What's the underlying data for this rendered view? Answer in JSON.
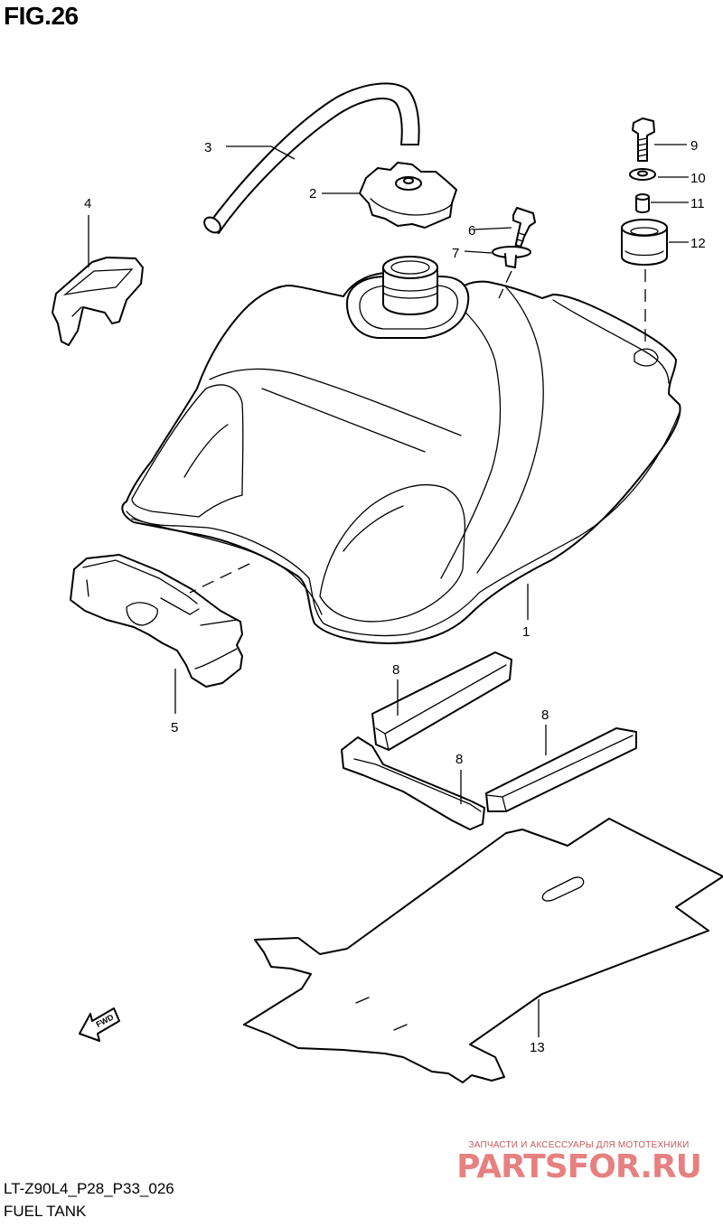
{
  "figure": {
    "title": "FIG.26",
    "code": "LT-Z90L4_P28_P33_026",
    "caption": "FUEL TANK"
  },
  "callouts": {
    "c1": "1",
    "c2": "2",
    "c3": "3",
    "c4": "4",
    "c5": "5",
    "c6": "6",
    "c7": "7",
    "c8a": "8",
    "c8b": "8",
    "c8c": "8",
    "c9": "9",
    "c10": "10",
    "c11": "11",
    "c12": "12",
    "c13": "13"
  },
  "arrow": {
    "label": "FWD"
  },
  "watermark": {
    "tagline": "ЗАПЧАСТИ И АКСЕССУАРЫ ДЛЯ МОТОТЕХНИКИ",
    "logo": "PARTSFOR.RU"
  }
}
